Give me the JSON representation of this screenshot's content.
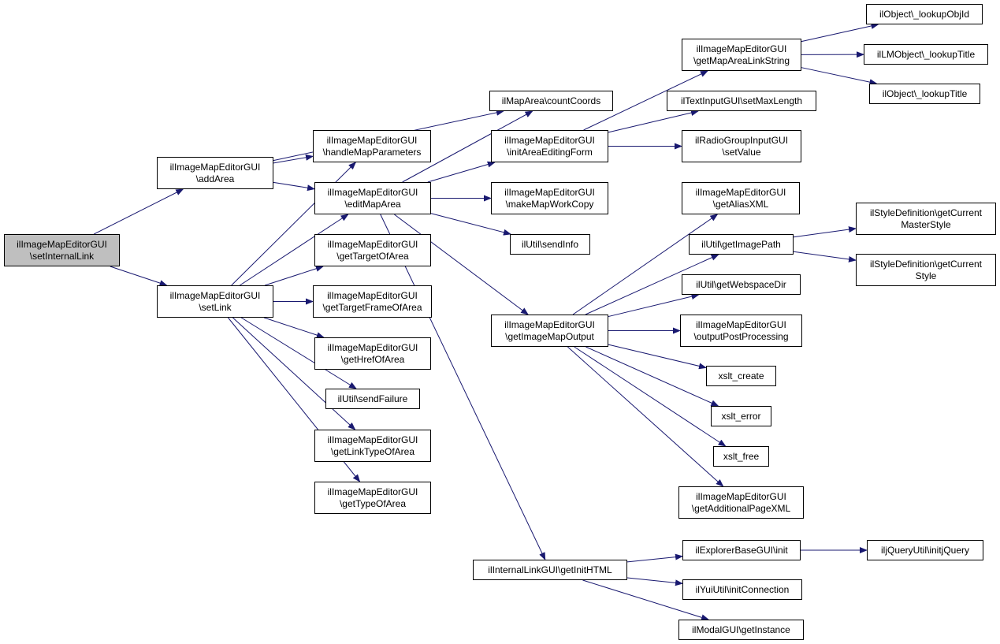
{
  "nodes": {
    "setInternalLink": {
      "l1": "ilImageMapEditorGUI",
      "l2": "\\setInternalLink"
    },
    "addArea": {
      "l1": "ilImageMapEditorGUI",
      "l2": "\\addArea"
    },
    "setLink": {
      "l1": "ilImageMapEditorGUI",
      "l2": "\\setLink"
    },
    "handleMapParams": {
      "l1": "ilImageMapEditorGUI",
      "l2": "\\handleMapParameters"
    },
    "editMapArea": {
      "l1": "ilImageMapEditorGUI",
      "l2": "\\editMapArea"
    },
    "getTargetOfArea": {
      "l1": "ilImageMapEditorGUI",
      "l2": "\\getTargetOfArea"
    },
    "getTargetFrame": {
      "l1": "ilImageMapEditorGUI",
      "l2": "\\getTargetFrameOfArea"
    },
    "getHrefOfArea": {
      "l1": "ilImageMapEditorGUI",
      "l2": "\\getHrefOfArea"
    },
    "sendFailure": {
      "l1": "ilUtil\\sendFailure"
    },
    "getLinkType": {
      "l1": "ilImageMapEditorGUI",
      "l2": "\\getLinkTypeOfArea"
    },
    "getTypeOfArea": {
      "l1": "ilImageMapEditorGUI",
      "l2": "\\getTypeOfArea"
    },
    "countCoords": {
      "l1": "ilMapArea\\countCoords"
    },
    "initAreaForm": {
      "l1": "ilImageMapEditorGUI",
      "l2": "\\initAreaEditingForm"
    },
    "makeMapWorkCopy": {
      "l1": "ilImageMapEditorGUI",
      "l2": "\\makeMapWorkCopy"
    },
    "sendInfo": {
      "l1": "ilUtil\\sendInfo"
    },
    "getImageMapOutput": {
      "l1": "ilImageMapEditorGUI",
      "l2": "\\getImageMapOutput"
    },
    "getInitHTML": {
      "l1": "ilInternalLinkGUI\\getInitHTML"
    },
    "getMapAreaLink": {
      "l1": "ilImageMapEditorGUI",
      "l2": "\\getMapAreaLinkString"
    },
    "setMaxLength": {
      "l1": "ilTextInputGUI\\setMaxLength"
    },
    "radioSetValue": {
      "l1": "ilRadioGroupInputGUI",
      "l2": "\\setValue"
    },
    "getAliasXML": {
      "l1": "ilImageMapEditorGUI",
      "l2": "\\getAliasXML"
    },
    "getImagePath": {
      "l1": "ilUtil\\getImagePath"
    },
    "getWebspaceDir": {
      "l1": "ilUtil\\getWebspaceDir"
    },
    "outputPostProc": {
      "l1": "ilImageMapEditorGUI",
      "l2": "\\outputPostProcessing"
    },
    "xsltCreate": {
      "l1": "xslt_create"
    },
    "xsltError": {
      "l1": "xslt_error"
    },
    "xsltFree": {
      "l1": "xslt_free"
    },
    "getAdditionalXML": {
      "l1": "ilImageMapEditorGUI",
      "l2": "\\getAdditionalPageXML"
    },
    "explorerInit": {
      "l1": "ilExplorerBaseGUI\\init"
    },
    "yuiInitConn": {
      "l1": "ilYuiUtil\\initConnection"
    },
    "modalGetInstance": {
      "l1": "ilModalGUI\\getInstance"
    },
    "lookupObjId": {
      "l1": "ilObject\\_lookupObjId"
    },
    "lmLookupTitle": {
      "l1": "ilLMObject\\_lookupTitle"
    },
    "objLookupTitle": {
      "l1": "ilObject\\_lookupTitle"
    },
    "getCurrentMaster": {
      "l1": "ilStyleDefinition\\getCurrent",
      "l2": "MasterStyle"
    },
    "getCurrentStyle": {
      "l1": "ilStyleDefinition\\getCurrent",
      "l2": "Style"
    },
    "initjQuery": {
      "l1": "iljQueryUtil\\initjQuery"
    }
  },
  "edges": [
    [
      "setInternalLink",
      "addArea"
    ],
    [
      "setInternalLink",
      "setLink"
    ],
    [
      "addArea",
      "countCoords"
    ],
    [
      "addArea",
      "handleMapParams"
    ],
    [
      "addArea",
      "editMapArea"
    ],
    [
      "setLink",
      "handleMapParams"
    ],
    [
      "setLink",
      "editMapArea"
    ],
    [
      "setLink",
      "getTargetOfArea"
    ],
    [
      "setLink",
      "getTargetFrame"
    ],
    [
      "setLink",
      "getHrefOfArea"
    ],
    [
      "setLink",
      "sendFailure"
    ],
    [
      "setLink",
      "getLinkType"
    ],
    [
      "setLink",
      "getTypeOfArea"
    ],
    [
      "editMapArea",
      "countCoords"
    ],
    [
      "editMapArea",
      "initAreaForm"
    ],
    [
      "editMapArea",
      "makeMapWorkCopy"
    ],
    [
      "editMapArea",
      "sendInfo"
    ],
    [
      "editMapArea",
      "getImageMapOutput"
    ],
    [
      "editMapArea",
      "getInitHTML"
    ],
    [
      "initAreaForm",
      "getMapAreaLink"
    ],
    [
      "initAreaForm",
      "setMaxLength"
    ],
    [
      "initAreaForm",
      "radioSetValue"
    ],
    [
      "getMapAreaLink",
      "lookupObjId"
    ],
    [
      "getMapAreaLink",
      "lmLookupTitle"
    ],
    [
      "getMapAreaLink",
      "objLookupTitle"
    ],
    [
      "getImageMapOutput",
      "getAliasXML"
    ],
    [
      "getImageMapOutput",
      "getImagePath"
    ],
    [
      "getImageMapOutput",
      "getWebspaceDir"
    ],
    [
      "getImageMapOutput",
      "outputPostProc"
    ],
    [
      "getImageMapOutput",
      "xsltCreate"
    ],
    [
      "getImageMapOutput",
      "xsltError"
    ],
    [
      "getImageMapOutput",
      "xsltFree"
    ],
    [
      "getImageMapOutput",
      "getAdditionalXML"
    ],
    [
      "getImagePath",
      "getCurrentMaster"
    ],
    [
      "getImagePath",
      "getCurrentStyle"
    ],
    [
      "getInitHTML",
      "explorerInit"
    ],
    [
      "getInitHTML",
      "yuiInitConn"
    ],
    [
      "getInitHTML",
      "modalGetInstance"
    ],
    [
      "explorerInit",
      "initjQuery"
    ]
  ],
  "colors": {
    "edge": "#191970",
    "node_border": "#000000",
    "root_fill": "#bfbfbf",
    "node_fill": "#ffffff"
  }
}
